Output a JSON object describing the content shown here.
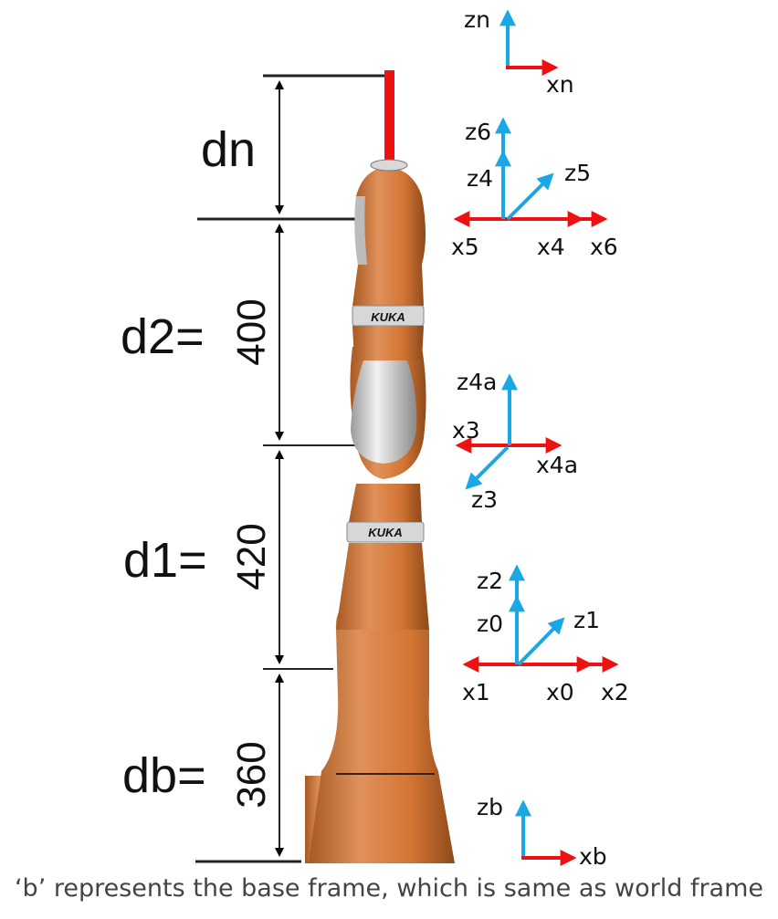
{
  "dimensions": {
    "dn": {
      "name": "dn",
      "value": ""
    },
    "d2": {
      "name": "d2=",
      "value": "400"
    },
    "d1": {
      "name": "d1=",
      "value": "420"
    },
    "db": {
      "name": "db=",
      "value": "360"
    }
  },
  "robot": {
    "band_label": "KUKA"
  },
  "frames": {
    "n": {
      "z": "zn",
      "x": "xn"
    },
    "wrist": {
      "z_a": "z6",
      "z_b": "z4",
      "diag": "z5",
      "x_left": "x5",
      "x_mid": "x4",
      "x_right": "x6"
    },
    "elbow": {
      "z": "z4a",
      "x_left": "x3",
      "x_right": "x4a",
      "diag": "z3"
    },
    "shoulder": {
      "z_a": "z2",
      "z_b": "z0",
      "diag": "z1",
      "x_left": "x1",
      "x_mid": "x0",
      "x_right": "x2"
    },
    "base": {
      "z": "zb",
      "x": "xb"
    }
  },
  "colors": {
    "z_axis": "#1aa7e6",
    "x_axis": "#ee1111",
    "robot_orange": "#d77a3a",
    "robot_grey": "#c8c8c8"
  },
  "caption": "‘b’ represents the base frame, which is same as world frame"
}
